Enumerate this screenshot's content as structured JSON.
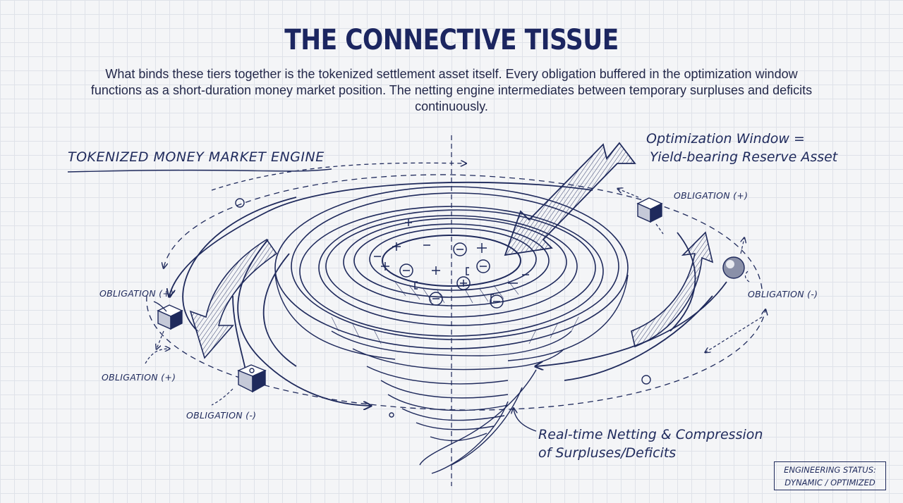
{
  "title": "THE CONNECTIVE TISSUE",
  "intro": "What binds these tiers together is the tokenized settlement asset itself. Every obligation buffered in the optimization window functions as a short-duration money market position. The netting engine intermediates between temporary surpluses and deficits continuously.",
  "engine_label": "TOKENIZED MONEY MARKET ENGINE",
  "callouts": {
    "window_line1": "Optimization Window =",
    "window_line2": "Yield-bearing Reserve Asset",
    "netting_line1": "Real-time Netting & Compression",
    "netting_line2": "of Surpluses/Deficits"
  },
  "obligations": {
    "left_top": "OBLIGATION (+)",
    "left_mid": "OBLIGATION (+)",
    "left_bottom": "OBLIGATION (-)",
    "right_top": "OBLIGATION (+)",
    "right_mid": "OBLIGATION (-)"
  },
  "status": {
    "line1": "ENGINEERING STATUS:",
    "line2": "DYNAMIC / OPTIMIZED"
  },
  "colors": {
    "ink": "#1f2a5c",
    "paper": "#f4f5f7",
    "grid": "#dfe2e9"
  }
}
